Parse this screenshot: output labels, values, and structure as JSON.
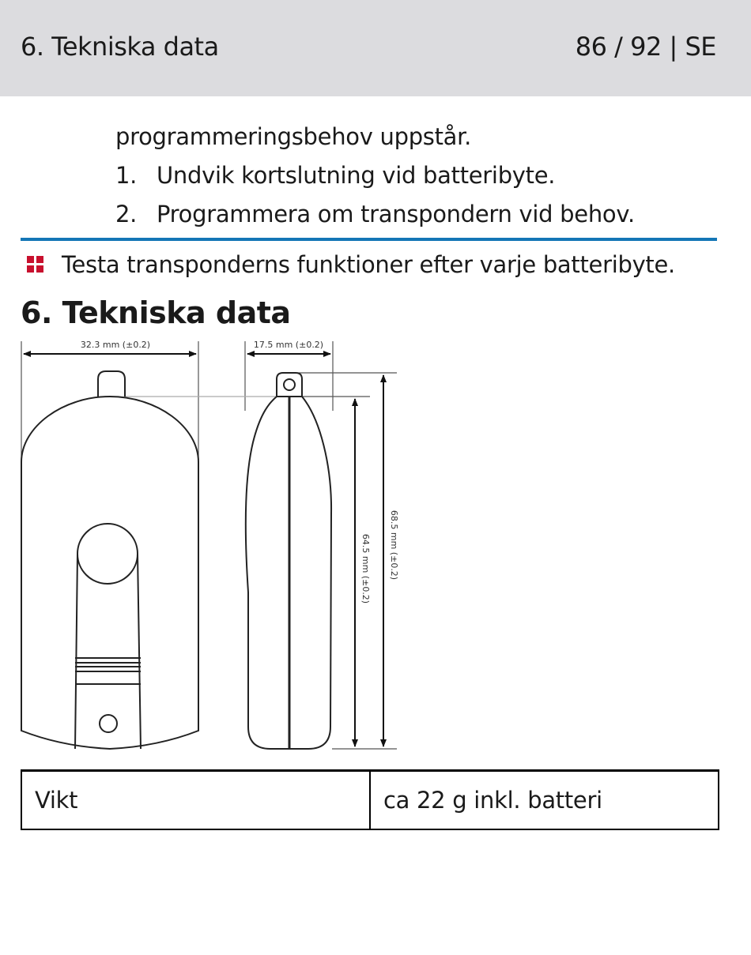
{
  "header": {
    "title": "6. Tekniska data",
    "page": "86 / 92 | SE"
  },
  "body": {
    "continuation": "programmeringsbehov uppstår.",
    "steps": [
      {
        "number": "1.",
        "text": "Undvik kortslutning vid batteribyte."
      },
      {
        "number": "2.",
        "text": "Programmera om transpondern vid behov."
      }
    ],
    "note": {
      "icon": "warning-squares-icon",
      "text": "Testa transponderns funktioner efter varje batteribyte."
    },
    "section_title": "6. Tekniska data"
  },
  "drawing": {
    "width_label": "32.3 mm (±0.2)",
    "depth_label": "17.5 mm (±0.2)",
    "height_label": "64.5 mm (±0.2)",
    "total_height_label": "68.5 mm (±0.2)"
  },
  "specs": [
    {
      "label": "Vikt",
      "value": "ca 22 g inkl. batteri"
    }
  ],
  "colors": {
    "header_bg": "#dcdcdf",
    "rule": "#1476b6",
    "note_icon": "#c8102e"
  }
}
